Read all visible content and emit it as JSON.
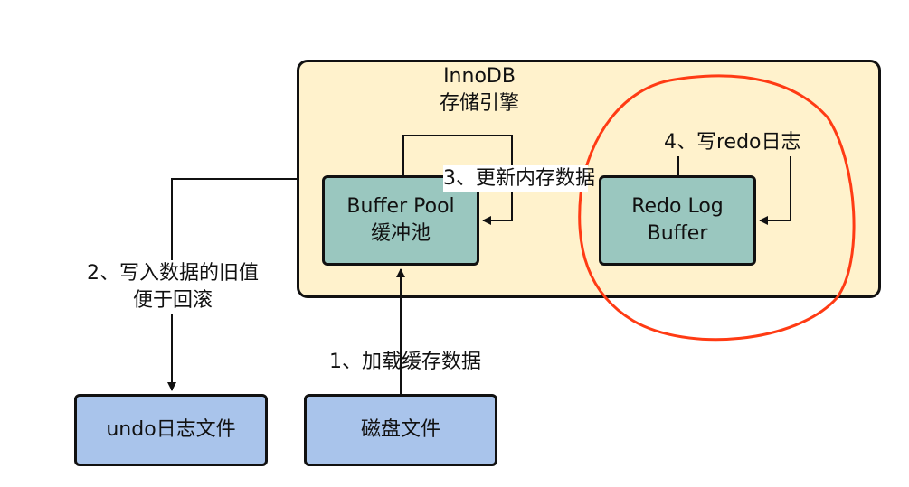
{
  "engine": {
    "title_line1": "InnoDB",
    "title_line2": "存储引擎"
  },
  "buffer_pool": {
    "line1": "Buffer Pool",
    "line2": "缓冲池"
  },
  "redo_log_buffer": {
    "line1": "Redo Log",
    "line2": "Buffer"
  },
  "undo_file": {
    "label": "undo日志文件"
  },
  "disk_file": {
    "label": "磁盘文件"
  },
  "steps": {
    "step1": "1、加载缓存数据",
    "step2_line1": "2、写入数据的旧值",
    "step2_line2": "便于回滚",
    "step3": "3、更新内存数据",
    "step4": "4、写redo日志"
  },
  "colors": {
    "engine_fill": "#fff2cc",
    "component_fill": "#9ac7bf",
    "file_fill": "#a9c4eb",
    "highlight_stroke": "#ff3b14"
  }
}
